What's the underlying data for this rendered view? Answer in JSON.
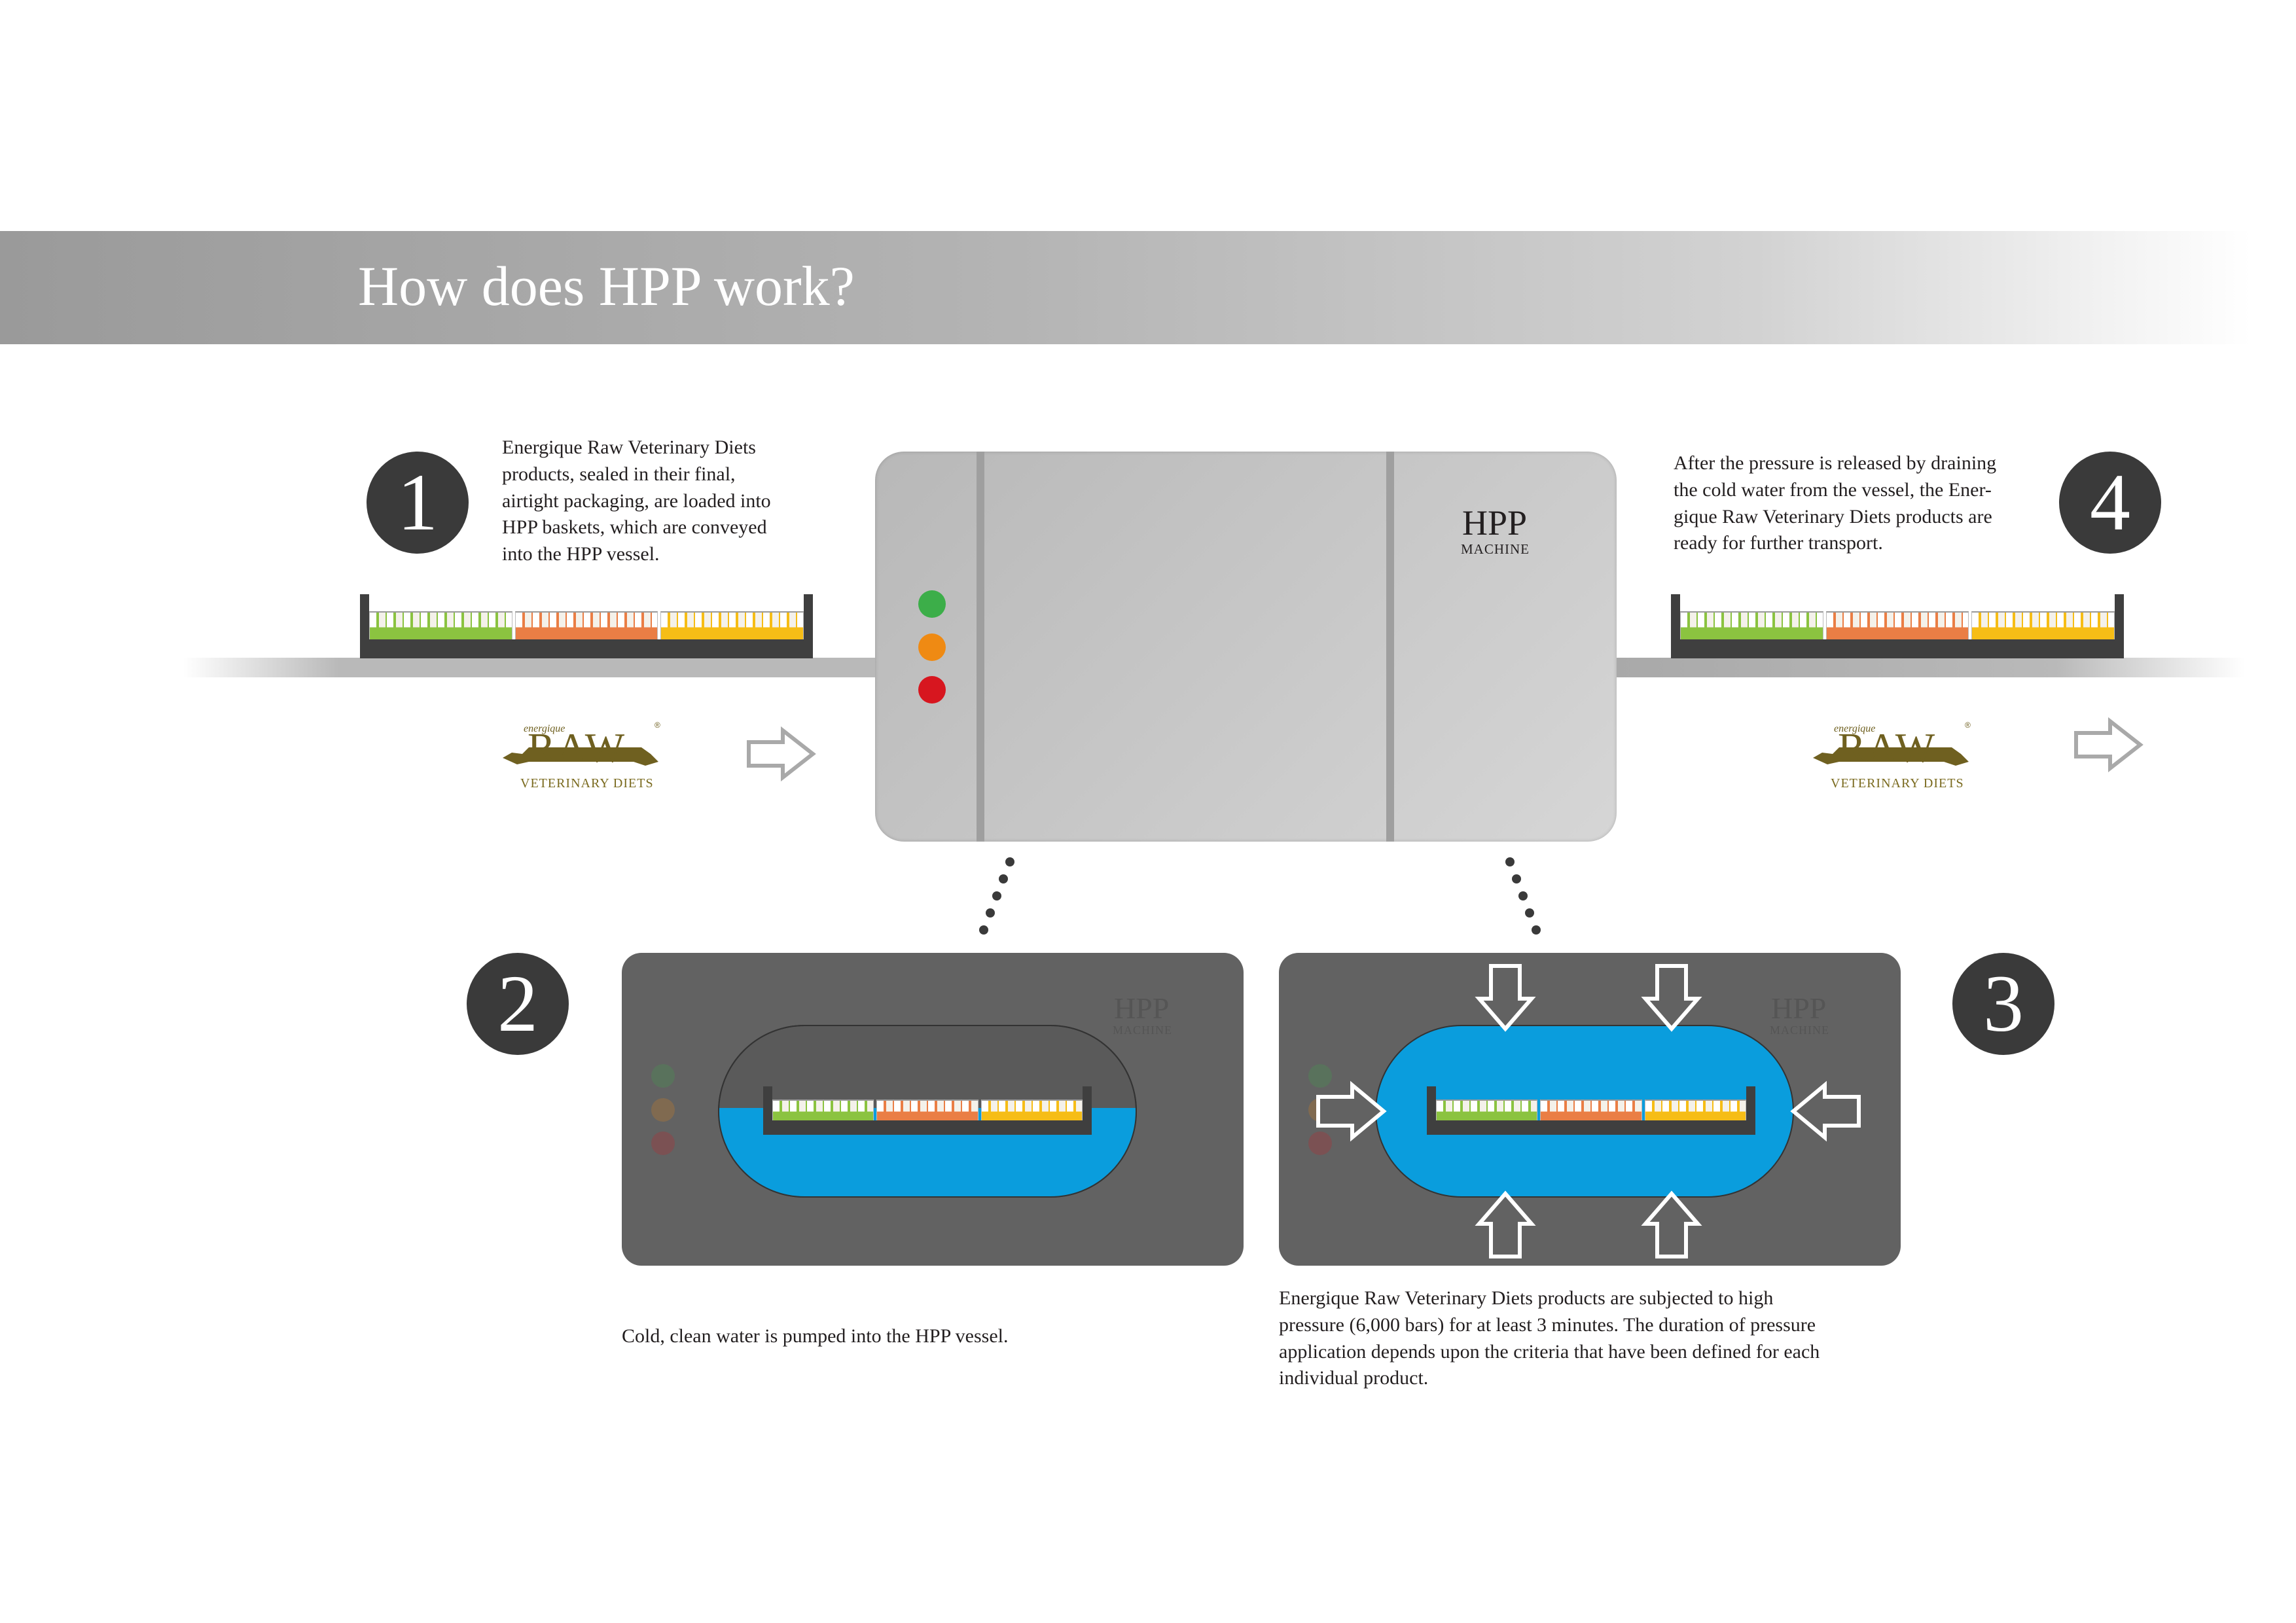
{
  "header": {
    "title": "How does HPP work?"
  },
  "machine": {
    "label": "HPP",
    "sublabel": "MACHINE",
    "lights": [
      "#3cae49",
      "#ef8a13",
      "#d7161f"
    ]
  },
  "steps": [
    {
      "number": "1",
      "text_lines": [
        "Energique Raw Veterinary Diets",
        "products, sealed in their final,",
        "airtight packaging, are loaded into",
        "HPP baskets, which are conveyed",
        "into the HPP vessel."
      ]
    },
    {
      "number": "2",
      "text_lines": [
        "Cold, clean water is pumped into the HPP vessel."
      ]
    },
    {
      "number": "3",
      "text_lines": [
        "Energique Raw Veterinary Diets products are subjected to high",
        "pressure (6,000 bars) for at least 3 minutes. The duration of pressure",
        "application depends upon the criteria that have been defined for each",
        "individual product."
      ]
    },
    {
      "number": "4",
      "text_lines": [
        "After the pressure is released by draining",
        "the cold water from the vessel, the Ener-",
        "gique Raw Veterinary Diets products are",
        "ready for further transport."
      ]
    }
  ],
  "logo": {
    "small": "energique",
    "main": "RAW",
    "sub": "VETERINARY DIETS",
    "mark": "®"
  },
  "colors": {
    "water": "#0a9ddd",
    "panel": "#626262",
    "circle": "#3a3a3a",
    "logo": "#6f6020"
  },
  "pack_colors": [
    "#8bc340",
    "#ea7e45",
    "#f6bd16"
  ]
}
